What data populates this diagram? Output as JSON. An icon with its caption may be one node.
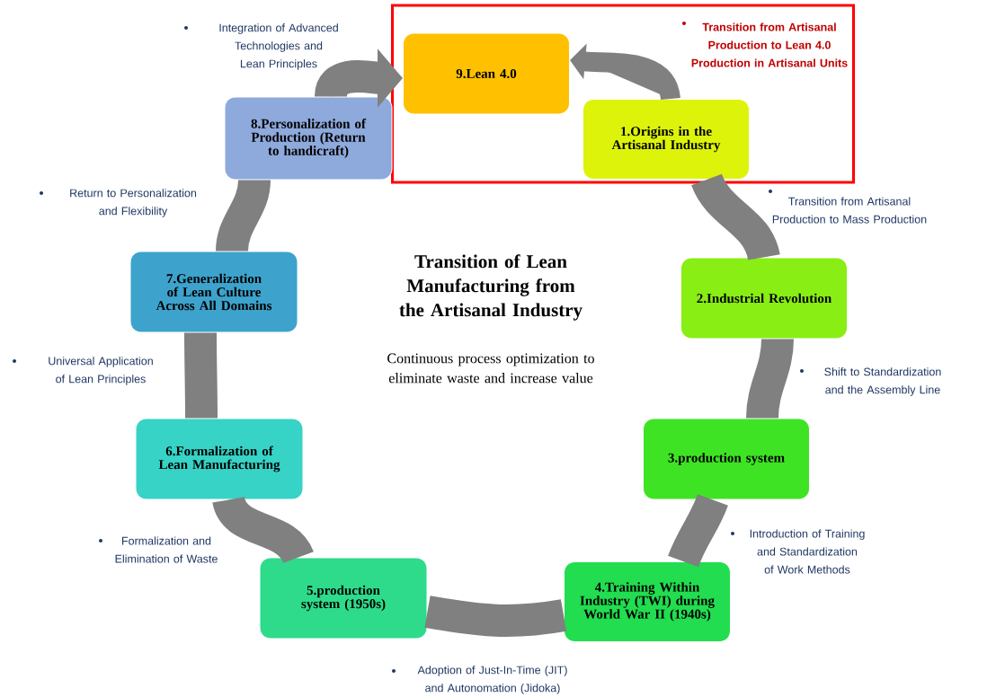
{
  "diagram": {
    "title": "Transition of Lean Manufacturing from the Artisanal Industry",
    "nodes": [
      {
        "text": [
          "Transition from Artisanal Production to Lean 4.0 Production in Artisanal Units"
        ]
      },
      {
        "text": [
          "9.Lean 4.0"
        ],
        "in": 0
      },
      {
        "text": [
          "1.Origins in the Artisanal Industry"
        ],
        "in": 0
      },
      {
        "text": [
          "2.Industrial Revolution"
        ]
      },
      {
        "text": [
          "3.production system"
        ]
      },
      {
        "text": [
          "4.Training Within Industry (TWI) during World War II (1940s)"
        ]
      },
      {
        "text": [
          "5.production system (1950s)"
        ]
      },
      {
        "text": [
          "6.Formalization of Lean Manufacturing"
        ]
      },
      {
        "text": [
          "7.Generalization of Lean Culture Across All Domains"
        ]
      },
      {
        "text": [
          "8.Personalization of Production (Return to handicraft)"
        ]
      }
    ],
    "edges": [
      {
        "from": 2,
        "to": 1,
        "arrow": "to"
      },
      {
        "from": 2,
        "to": 3,
        "arrow": "none",
        "label": "Transition from Artisanal Production to Mass Production"
      },
      {
        "from": 3,
        "to": 4,
        "arrow": "none",
        "label": "Shift to Standardization and the Assembly Line"
      },
      {
        "from": 4,
        "to": 5,
        "arrow": "none",
        "label": "Introduction of Training and Standardization of Work Methods"
      },
      {
        "from": 5,
        "to": 6,
        "arrow": "none",
        "label": "Adoption of Just-In-Time (JIT) and Autonomation (Jidoka)"
      },
      {
        "from": 6,
        "to": 7,
        "arrow": "none",
        "label": "Formalization and Elimination of Waste"
      },
      {
        "from": 7,
        "to": 8,
        "arrow": "none",
        "label": "Universal Application of Lean Principles"
      },
      {
        "from": 8,
        "to": 9,
        "arrow": "none",
        "label": "Return to Personalization and Flexibility"
      },
      {
        "from": 9,
        "to": 1,
        "arrow": "to",
        "label": "Integration of Advanced Technologies and Lean Principles"
      }
    ],
    "labels": [
      "Continuous process optimization to eliminate waste and increase value"
    ]
  }
}
